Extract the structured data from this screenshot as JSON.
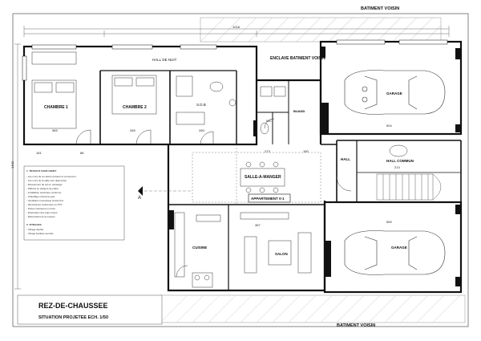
{
  "neighbours": {
    "top": "BATIMENT VOISIN",
    "bottom": "BATIMENT VOISIN",
    "enclave": "ENCLAVE BATIMENT VOISIN"
  },
  "rooms": {
    "hall_de_nuit": "HALL DE NUIT",
    "chambre1": "CHAMBRE 1",
    "chambre2": "CHAMBRE 2",
    "sdb": "S.D.B",
    "buand": "BUAND",
    "wc": "WC",
    "garage_top": "GARAGE",
    "hall": "HALL",
    "hall_commun": "HALL COMMUN",
    "salle_a_manger": "SALLE-A-MANGER",
    "appartement": "APPARTEMENT 0-1",
    "cuisine": "CUISINE",
    "salon": "SALON",
    "garage_bottom": "GARAGE"
  },
  "title": {
    "main": "REZ-DE-CHAUSSEE",
    "sub": "SITUATION PROJETEE ECH. 1/50"
  },
  "section_marker": "A",
  "dimensions": {
    "top_total": "1018",
    "left_total": "1400",
    "chambre1_w": "369",
    "chambre2_w": "265",
    "sdb_w": "265",
    "garage_top_w": "504",
    "garage_bottom_w": "559",
    "hall_commun_w": "213",
    "cuisine_w": "367",
    "bottom_left": "161",
    "bottom_mid": "88",
    "bottom_a": "273",
    "bottom_b": "150"
  },
  "notes": {
    "header": "1. TRAVAUX SANS OBJET",
    "lines": [
      "- Les murs de la cuisine existent et conservent",
      "- Les murs de la salle sont deja isoles",
      "- Revetement de sol en carrelage",
      "- Plafond en plaques de platre",
      "- Installation electrique conforme",
      "- Chauffage central au gaz",
      "- Ventilation mecanique simple flux",
      "- Menuiseries exterieures en PVC",
      "- Portes interieures en bois",
      "- Evacuation des eaux usees",
      "- Raccordement au reseau"
    ],
    "footer_header": "2. VITRAGES",
    "footer_lines": [
      "- Vitrage double",
      "- Vitrage feuillete securite"
    ]
  }
}
